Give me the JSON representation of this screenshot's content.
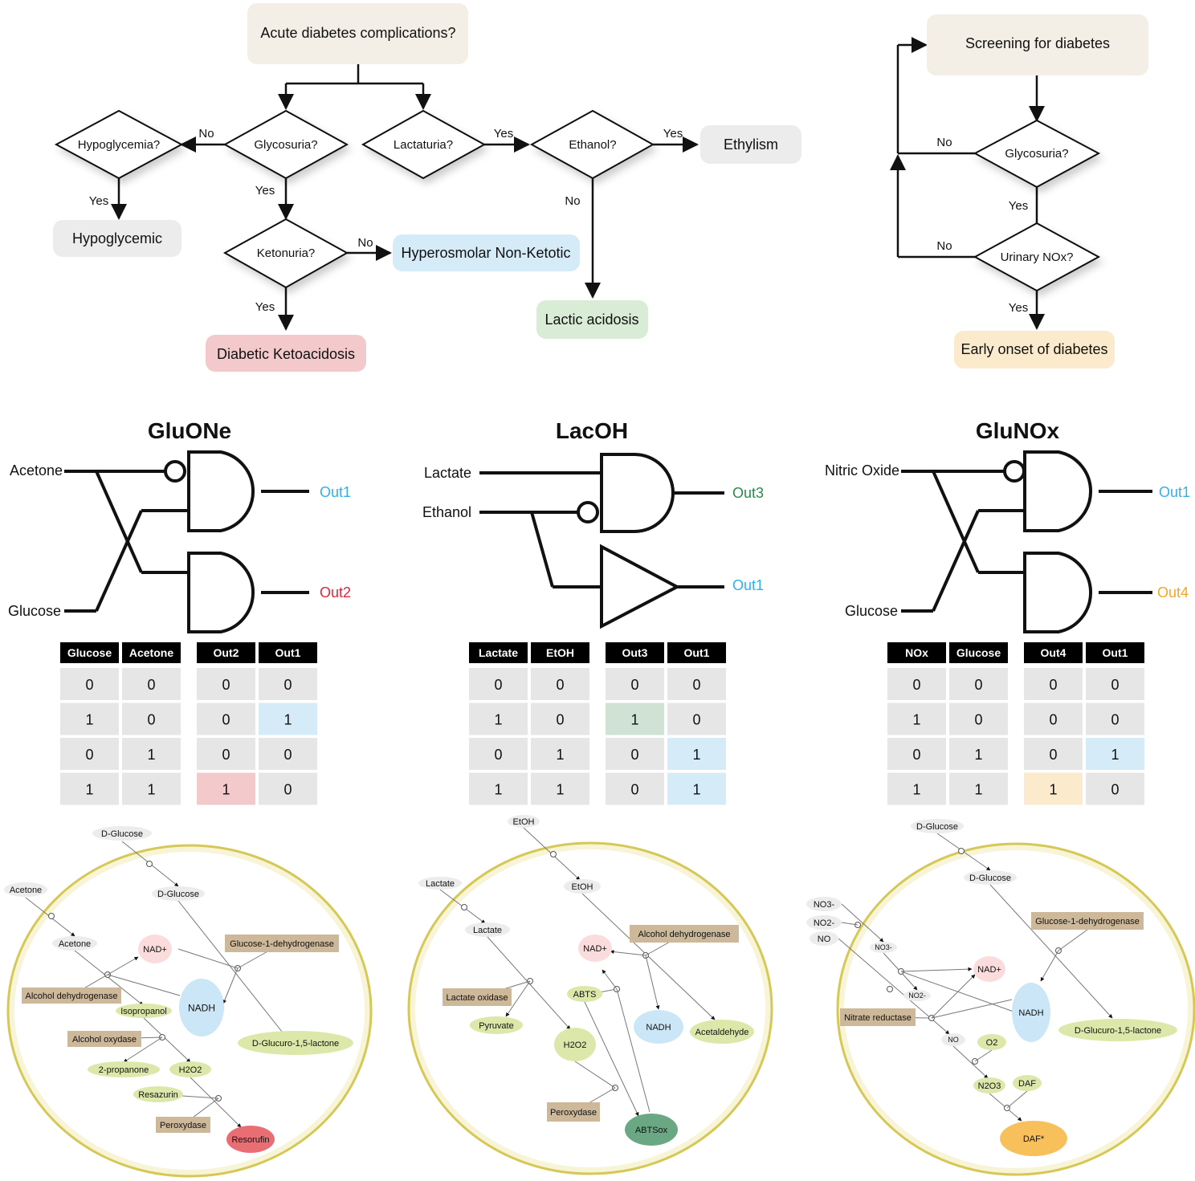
{
  "flow_left": {
    "start": "Acute diabetes complications?",
    "glycosuria": "Glycosuria?",
    "hypoglycemia": "Hypoglycemia?",
    "hypoglycemic": "Hypoglycemic",
    "ketonuria": "Ketonuria?",
    "hyperosmolar": "Hyperosmolar Non-Ketotic",
    "dka": "Diabetic Ketoacidosis",
    "lactaturia": "Lactaturia?",
    "ethanol": "Ethanol?",
    "ethylism": "Ethylism",
    "lactic": "Lactic acidosis",
    "yes": "Yes",
    "no": "No"
  },
  "flow_right": {
    "start": "Screening for diabetes",
    "glycosuria": "Glycosuria?",
    "urinary_nox": "Urinary NOx?",
    "early": "Early onset of diabetes",
    "yes": "Yes",
    "no": "No"
  },
  "colors": {
    "start_box": "#f3eee6",
    "gray_box": "#ececec",
    "blue": "#d6ebf8",
    "red": "#f3c9cc",
    "green": "#d9ecd5",
    "orange": "#fbeacb",
    "out1": "#33aef0",
    "out2": "#e5243b",
    "out3": "#2a8a4a",
    "out4": "#f5a623",
    "enzyme": "#cdb89a",
    "metabolite": "#dbe8a9",
    "nadplus": "#fbdcdc",
    "nadh": "#cbe6f7",
    "cell_ring": "#f7f4d8",
    "cell_border": "#d6c857",
    "resorufin": "#e96e74",
    "abtsox": "#6aa883",
    "daf": "#f8c05a"
  },
  "panels": [
    {
      "title": "GluONe",
      "inputs": [
        "Acetone",
        "Glucose"
      ],
      "outputs": [
        "Out1",
        "Out2"
      ],
      "table": {
        "headers": [
          "Glucose",
          "Acetone",
          "Out2",
          "Out1"
        ],
        "rows": [
          [
            "0",
            "0",
            "0",
            "0"
          ],
          [
            "1",
            "0",
            "0",
            "1"
          ],
          [
            "0",
            "1",
            "0",
            "0"
          ],
          [
            "1",
            "1",
            "1",
            "0"
          ]
        ]
      },
      "cell": [
        "D-Glucose",
        "D-Glucose",
        "Acetone",
        "Acetone",
        "NAD+",
        "Glucose-1-dehydrogenase",
        "Alcohol dehydrogenase",
        "Isopropanol",
        "NADH",
        "Alcohol oxydase",
        "D-Glucuro-1,5-lactone",
        "2-propanone",
        "H2O2",
        "Resazurin",
        "Peroxydase",
        "Resorufin"
      ]
    },
    {
      "title": "LacOH",
      "inputs": [
        "Lactate",
        "Ethanol"
      ],
      "outputs": [
        "Out3",
        "Out1"
      ],
      "table": {
        "headers": [
          "Lactate",
          "EtOH",
          "Out3",
          "Out1"
        ],
        "rows": [
          [
            "0",
            "0",
            "0",
            "0"
          ],
          [
            "1",
            "0",
            "1",
            "0"
          ],
          [
            "0",
            "1",
            "0",
            "1"
          ],
          [
            "1",
            "1",
            "0",
            "1"
          ]
        ]
      },
      "cell": [
        "EtOH",
        "Lactate",
        "EtOH",
        "Lactate",
        "NAD+",
        "Alcohol dehydrogenase",
        "Lactate oxidase",
        "ABTS",
        "Pyruvate",
        "NADH",
        "Acetaldehyde",
        "H2O2",
        "Peroxydase",
        "ABTSox"
      ]
    },
    {
      "title": "GluNOx",
      "inputs": [
        "Nitric Oxide",
        "Glucose"
      ],
      "outputs": [
        "Out1",
        "Out4"
      ],
      "table": {
        "headers": [
          "NOx",
          "Glucose",
          "Out4",
          "Out1"
        ],
        "rows": [
          [
            "0",
            "0",
            "0",
            "0"
          ],
          [
            "1",
            "0",
            "0",
            "0"
          ],
          [
            "0",
            "1",
            "0",
            "1"
          ],
          [
            "1",
            "1",
            "1",
            "0"
          ]
        ]
      },
      "cell": [
        "D-Glucose",
        "D-Glucose",
        "NO3-",
        "NO2-",
        "NO",
        "NO3-",
        "Glucose-1-dehydrogenase",
        "NAD+",
        "NO2-",
        "Nitrate reductase",
        "NADH",
        "D-Glucuro-1,5-lactone",
        "NO",
        "O2",
        "N2O3",
        "DAF",
        "DAF*"
      ]
    }
  ]
}
